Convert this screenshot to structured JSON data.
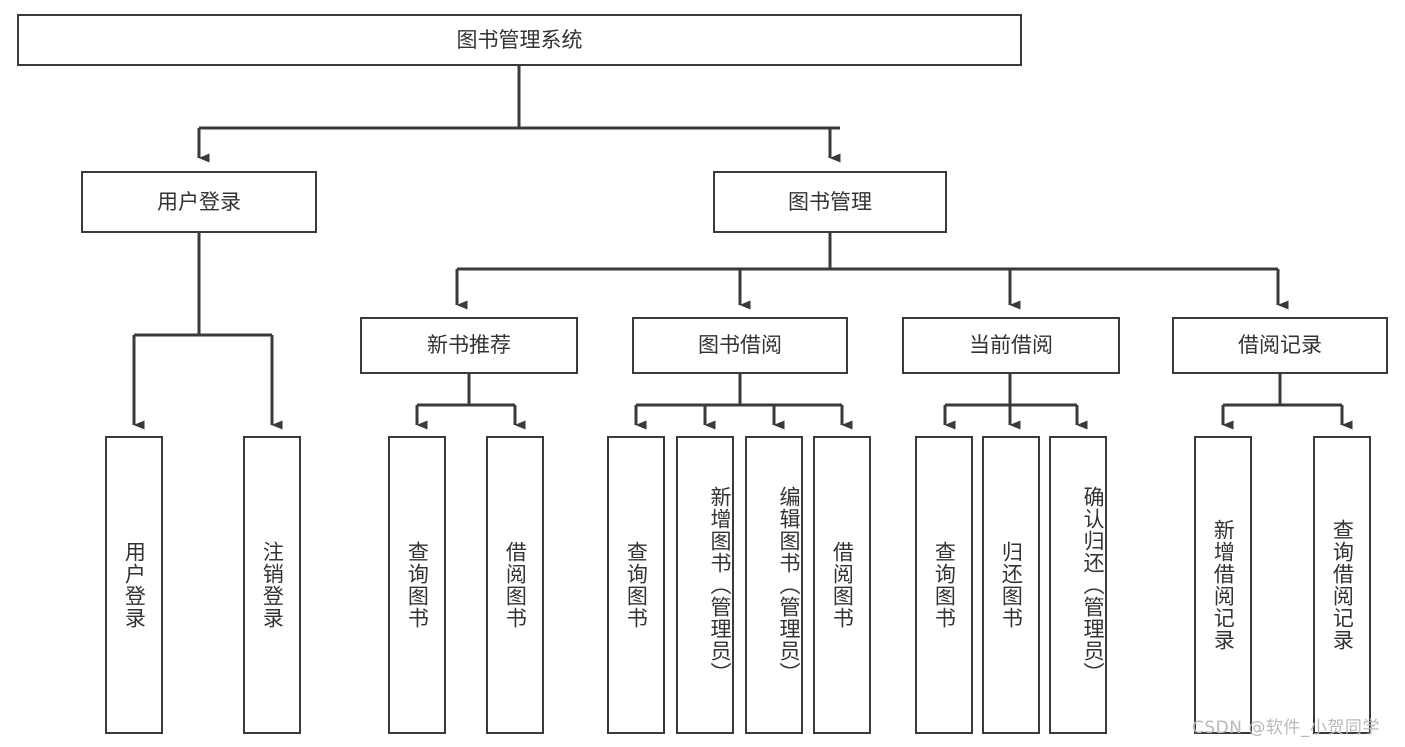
{
  "diagram": {
    "title": "图书管理系统",
    "type": "tree-hierarchy-chart",
    "orientation": "top-down",
    "colors": {
      "background": "#ffffff",
      "node_border": "#3a3a3a",
      "node_fill": "#ffffff",
      "edge": "#3a3a3a",
      "text": "#333333",
      "watermark": "#b9b9b9"
    },
    "root": {
      "label": "图书管理系统"
    },
    "level1": [
      {
        "label": "用户登录"
      },
      {
        "label": "图书管理"
      }
    ],
    "level2": [
      {
        "label": "新书推荐"
      },
      {
        "label": "图书借阅"
      },
      {
        "label": "当前借阅"
      },
      {
        "label": "借阅记录"
      }
    ],
    "leaves": {
      "user_login": [
        {
          "label": "用户登录"
        },
        {
          "label": "注销登录"
        }
      ],
      "new_book_recommend": [
        {
          "label": "查询图书"
        },
        {
          "label": "借阅图书"
        }
      ],
      "book_borrow": [
        {
          "label": "查询图书"
        },
        {
          "label": "新增图书（管理员）"
        },
        {
          "label": "编辑图书（管理员）"
        },
        {
          "label": "借阅图书"
        }
      ],
      "current_borrow": [
        {
          "label": "查询图书"
        },
        {
          "label": "归还图书"
        },
        {
          "label": "确认归还（管理员）"
        }
      ],
      "borrow_record": [
        {
          "label": "新增借阅记录"
        },
        {
          "label": "查询借阅记录"
        }
      ]
    }
  },
  "watermark": {
    "text": "CSDN @软件_小贺同学"
  }
}
